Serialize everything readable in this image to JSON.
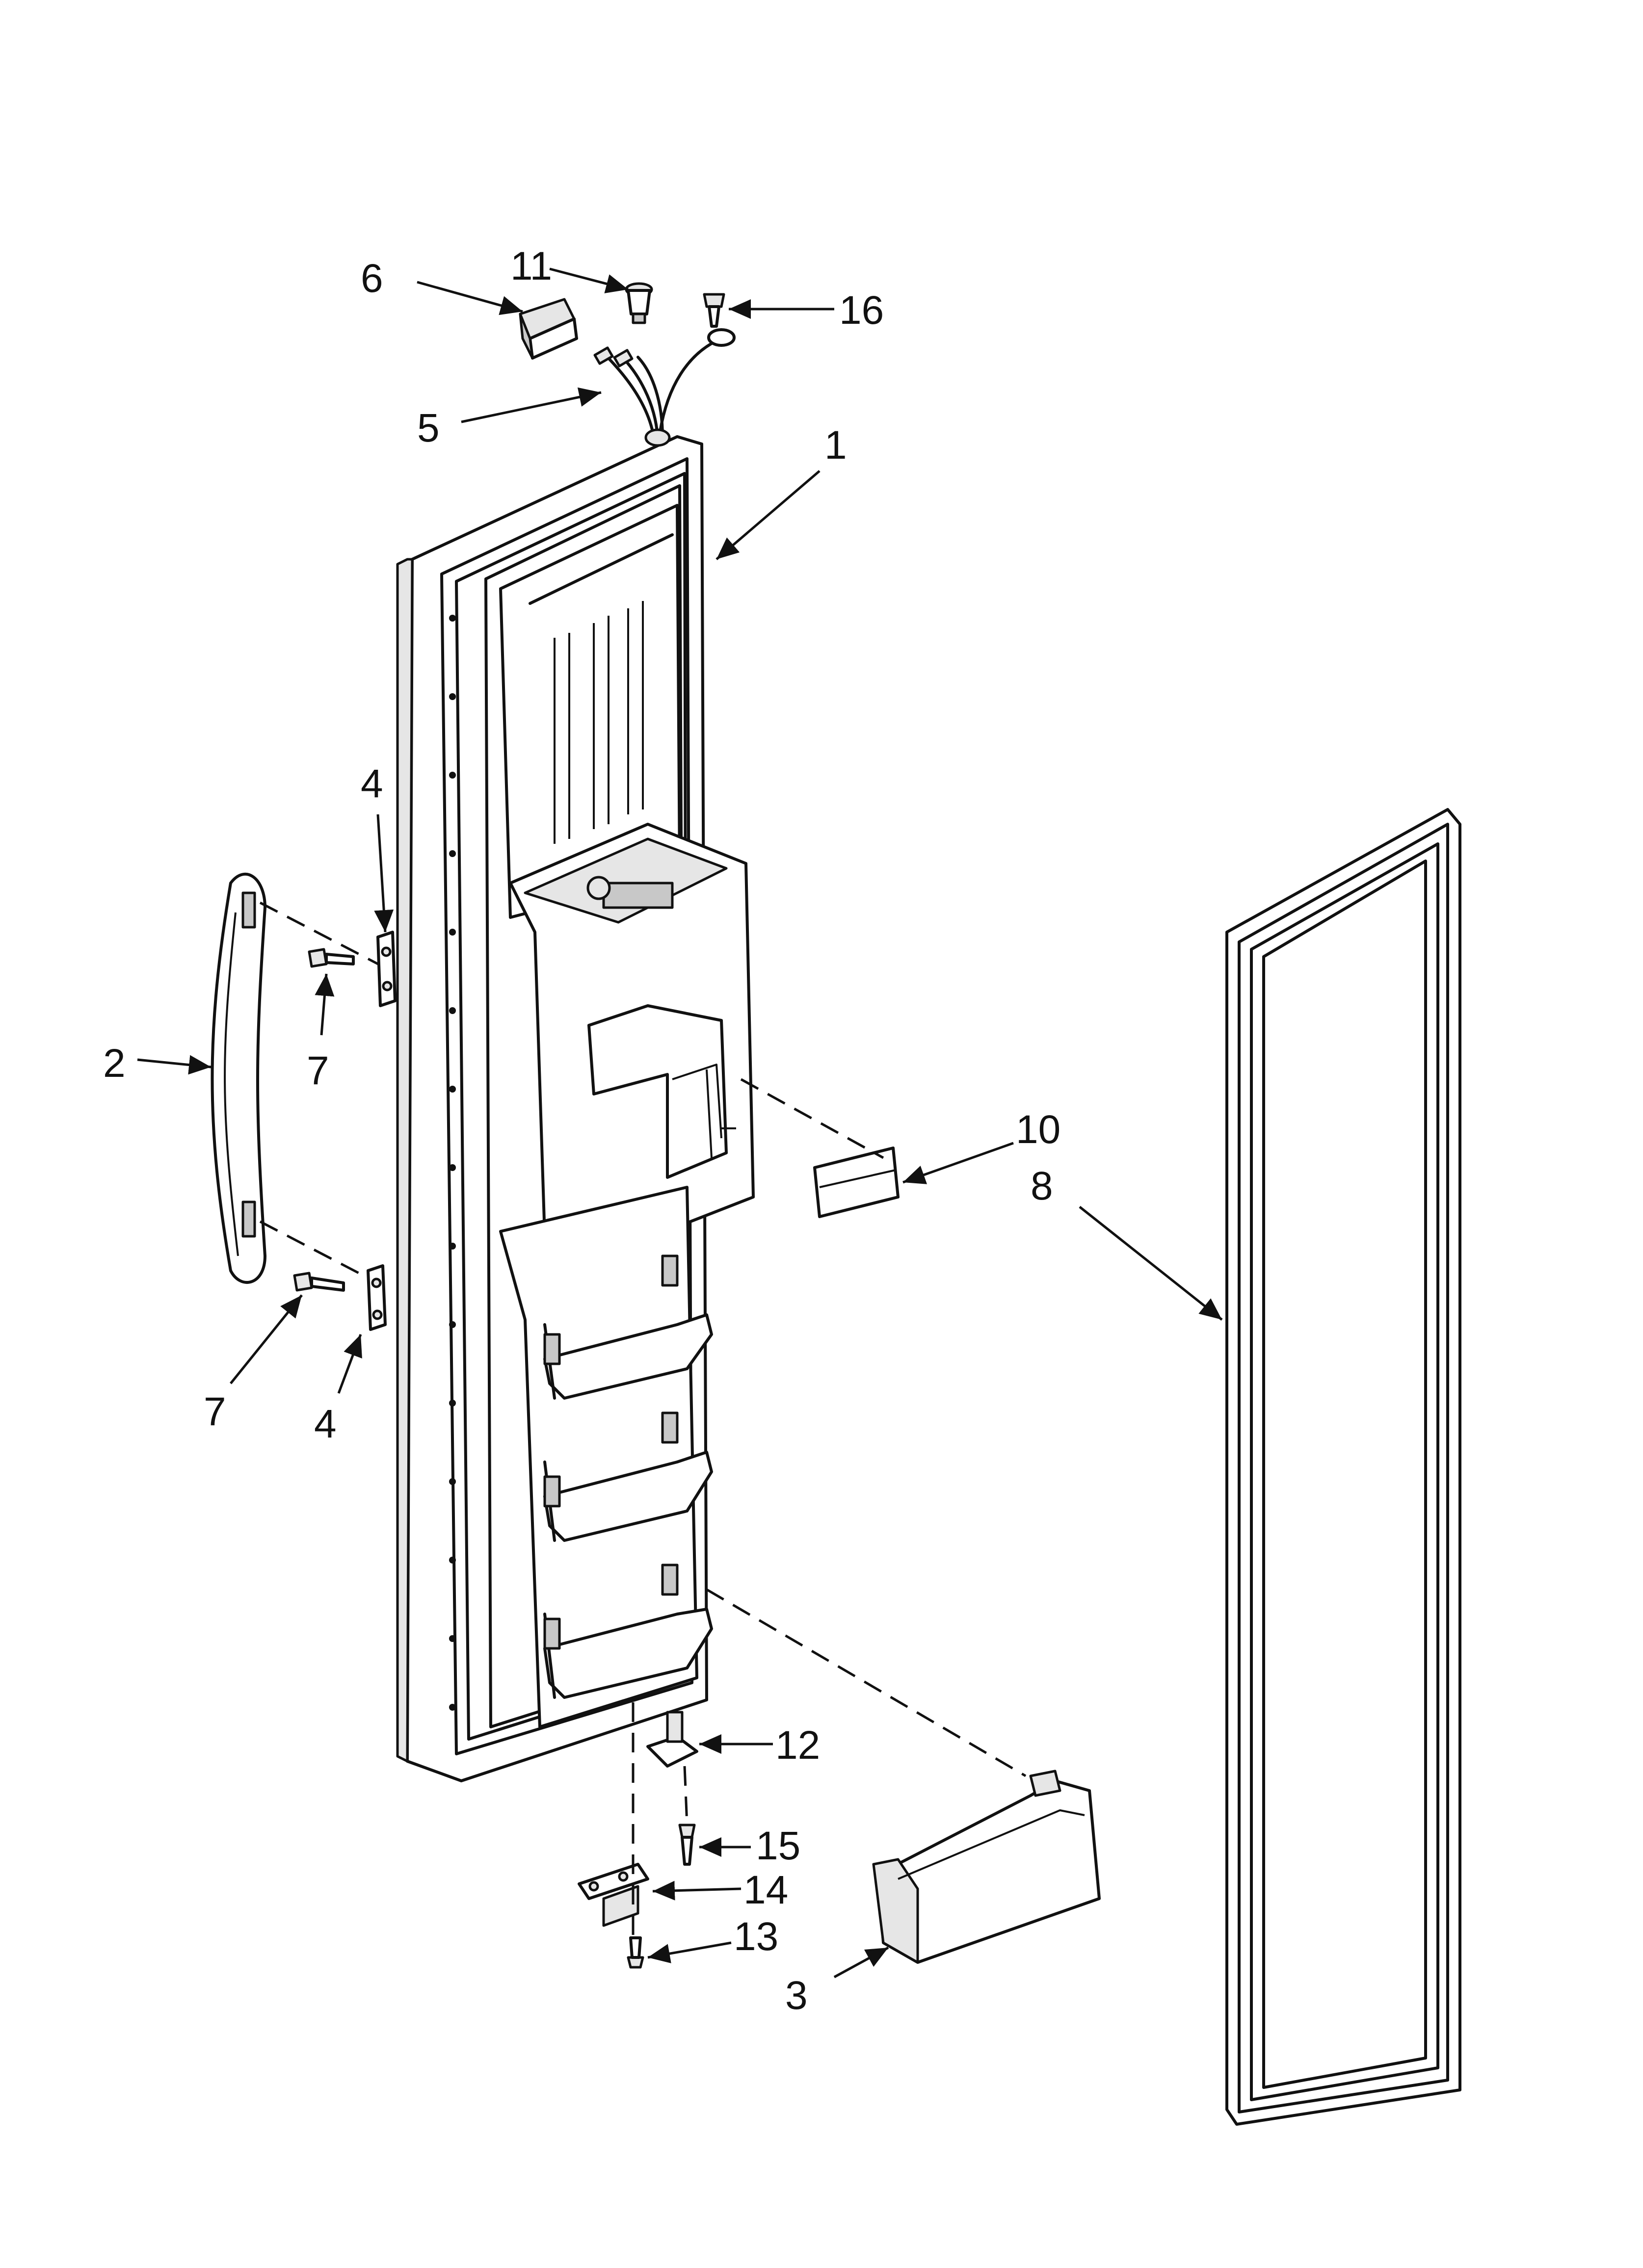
{
  "callouts": [
    {
      "id": "1",
      "label": "1"
    },
    {
      "id": "2",
      "label": "2"
    },
    {
      "id": "3",
      "label": "3"
    },
    {
      "id": "4a",
      "label": "4"
    },
    {
      "id": "4b",
      "label": "4"
    },
    {
      "id": "5",
      "label": "5"
    },
    {
      "id": "6",
      "label": "6"
    },
    {
      "id": "7a",
      "label": "7"
    },
    {
      "id": "7b",
      "label": "7"
    },
    {
      "id": "8",
      "label": "8"
    },
    {
      "id": "10",
      "label": "10"
    },
    {
      "id": "11",
      "label": "11"
    },
    {
      "id": "12",
      "label": "12"
    },
    {
      "id": "13",
      "label": "13"
    },
    {
      "id": "14",
      "label": "14"
    },
    {
      "id": "15",
      "label": "15"
    },
    {
      "id": "16",
      "label": "16"
    }
  ]
}
